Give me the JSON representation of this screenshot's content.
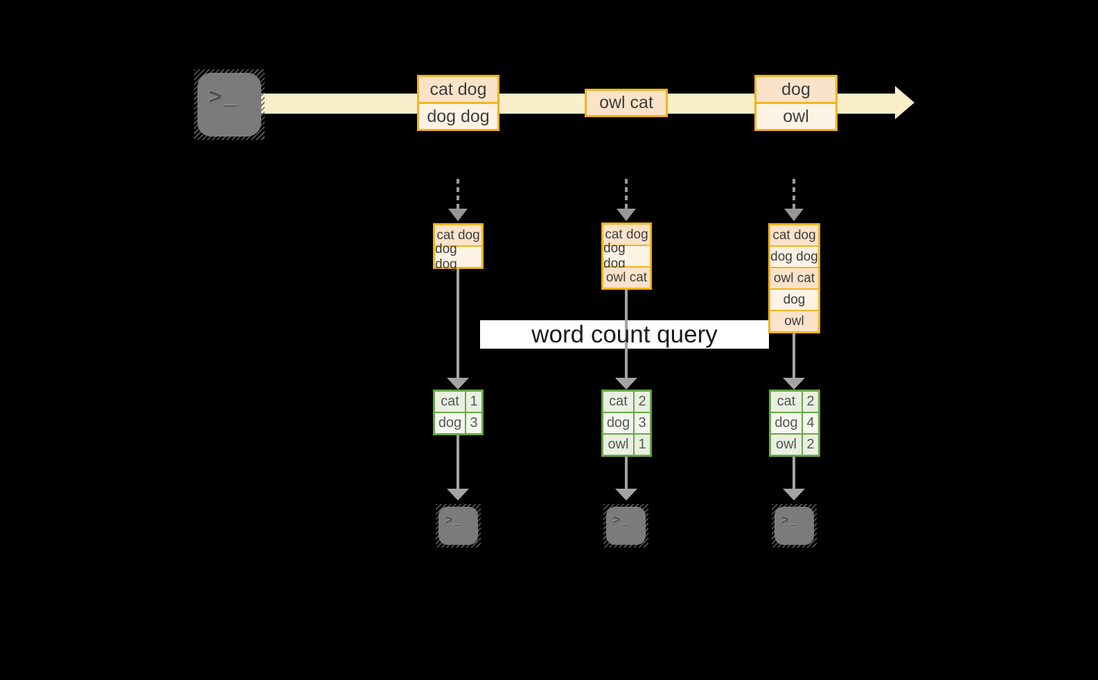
{
  "query_label": "word count query",
  "terminal_glyph": ">_",
  "timeline_events": [
    {
      "rows": [
        "cat dog",
        "dog dog"
      ]
    },
    {
      "rows": [
        "owl cat"
      ]
    },
    {
      "rows": [
        "dog",
        "owl"
      ]
    }
  ],
  "pipelines": [
    {
      "buffer": [
        "cat dog",
        "dog dog"
      ],
      "counts": [
        {
          "word": "cat",
          "count": "1"
        },
        {
          "word": "dog",
          "count": "3"
        }
      ]
    },
    {
      "buffer": [
        "cat dog",
        "dog dog",
        "owl cat"
      ],
      "counts": [
        {
          "word": "cat",
          "count": "2"
        },
        {
          "word": "dog",
          "count": "3"
        },
        {
          "word": "owl",
          "count": "1"
        }
      ]
    },
    {
      "buffer": [
        "cat dog",
        "dog dog",
        "owl cat",
        "dog",
        "owl"
      ],
      "counts": [
        {
          "word": "cat",
          "count": "2"
        },
        {
          "word": "dog",
          "count": "4"
        },
        {
          "word": "owl",
          "count": "2"
        }
      ]
    }
  ],
  "colors": {
    "background": "#000000",
    "timeline_fill": "#fbeecb",
    "cell_peach": "#fae3c9",
    "cell_cream": "#fdf3e4",
    "orange_border": "#f1b31f",
    "green_border": "#6ba647",
    "green_cell": "#e9f0e1",
    "green_cell_light": "#f3f7ee",
    "arrow_gray": "#a4a4a4",
    "query_band": "#ffffff",
    "terminal_gray": "#7b7b7b"
  }
}
